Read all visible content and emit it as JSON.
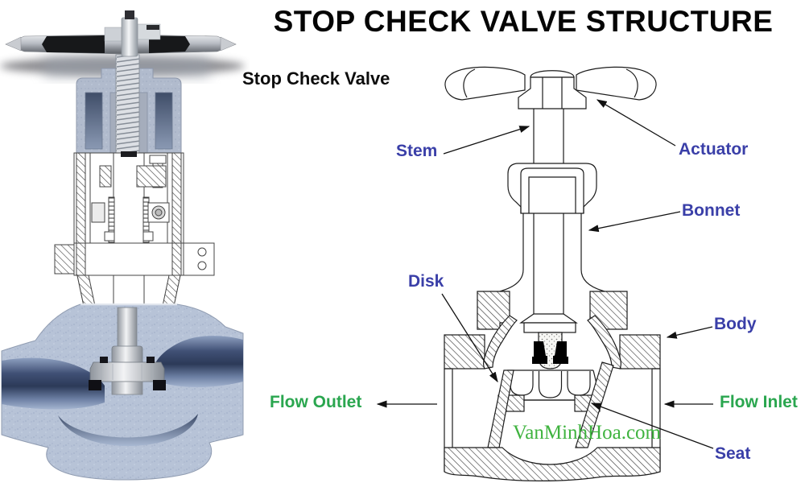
{
  "title": "STOP CHECK VALVE STRUCTURE",
  "left_panel": {
    "caption": "Stop Check Valve"
  },
  "diagram": {
    "labels": {
      "stem": {
        "text": "Stem",
        "color": "#3a3fa8"
      },
      "actuator": {
        "text": "Actuator",
        "color": "#3a3fa8"
      },
      "bonnet": {
        "text": "Bonnet",
        "color": "#3a3fa8"
      },
      "disk": {
        "text": "Disk",
        "color": "#3a3fa8"
      },
      "body": {
        "text": "Body",
        "color": "#3a3fa8"
      },
      "flow_outlet": {
        "text": "Flow Outlet",
        "color": "#2aa64f"
      },
      "flow_inlet": {
        "text": "Flow Inlet",
        "color": "#2aa64f"
      },
      "seat": {
        "text": "Seat",
        "color": "#3a3fa8"
      }
    },
    "watermark": {
      "text": "VanMinhHoa.com",
      "color": "#3fb33f"
    },
    "line_color": "#1c1c1c"
  }
}
